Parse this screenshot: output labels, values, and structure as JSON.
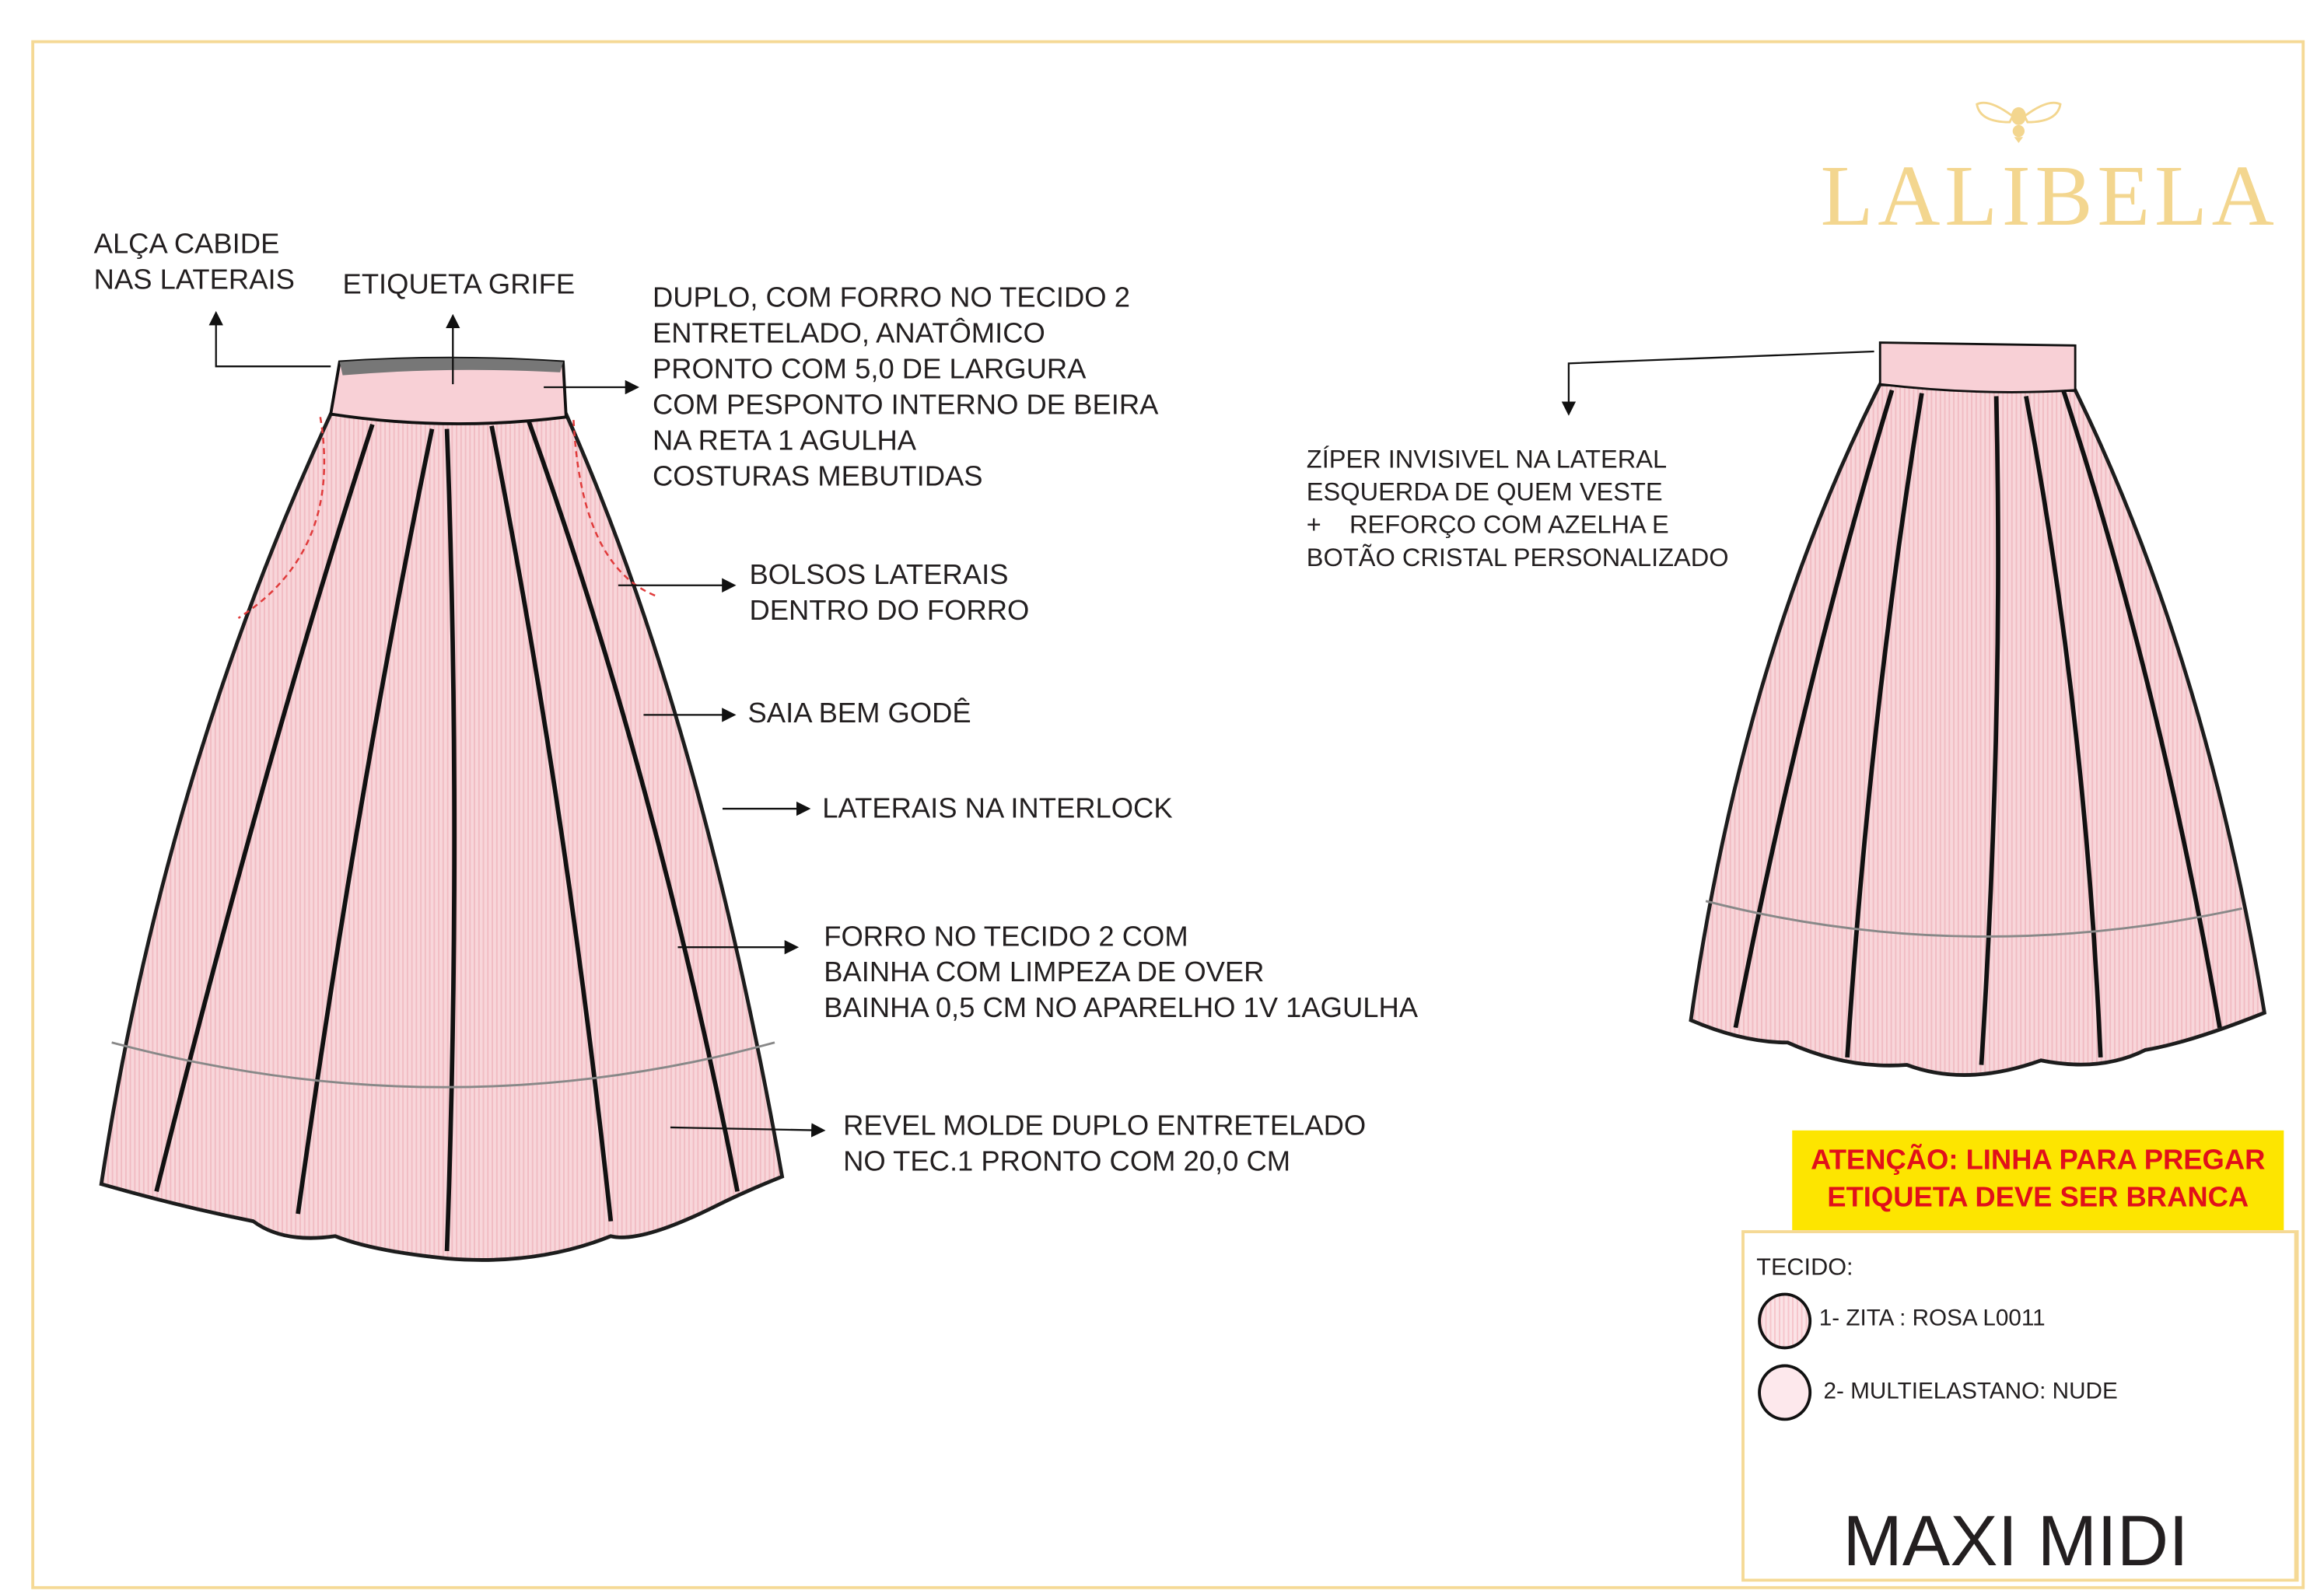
{
  "brand": {
    "logo_text": "LALIBELA",
    "logo_icon": "bee-icon",
    "color": "#f3d68f"
  },
  "front_annotations": {
    "hanger_loop": [
      "ALÇA CABIDE",
      "NAS LATERAIS"
    ],
    "brand_label": "ETIQUETA GRIFE",
    "waistband": [
      "DUPLO, COM FORRO NO TECIDO 2",
      "ENTRETELADO, ANATÔMICO",
      "PRONTO COM 5,0 DE LARGURA",
      "COM PESPONTO INTERNO DE BEIRA",
      "NA RETA 1 AGULHA",
      "COSTURAS MEBUTIDAS"
    ],
    "pockets": [
      "BOLSOS LATERAIS",
      "DENTRO DO FORRO"
    ],
    "skirt": "SAIA BEM GODÊ",
    "sides": "LATERAIS NA INTERLOCK",
    "lining": [
      "FORRO NO TECIDO 2 COM",
      "BAINHA COM LIMPEZA DE OVER",
      "BAINHA 0,5 CM NO APARELHO 1V 1AGULHA"
    ],
    "facing": [
      "REVEL MOLDE DUPLO ENTRETELADO",
      "NO TEC.1 PRONTO COM 20,0 CM"
    ]
  },
  "back_annotations": {
    "zipper": [
      "ZÍPER INVISIVEL NA LATERAL",
      "ESQUERDA DE QUEM VESTE",
      "+    REFORÇO COM AZELHA E",
      "BOTÃO CRISTAL PERSONALIZADO"
    ]
  },
  "warning": {
    "lines": [
      "ATENÇÃO: LINHA PARA PREGAR",
      "ETIQUETA DEVE SER BRANCA"
    ],
    "bg": "#fde500",
    "color": "#e1101a"
  },
  "fabric": {
    "title": "TECIDO:",
    "items": [
      {
        "label": "1- ZITA : ROSA L0011",
        "color": "#f6c6cc"
      },
      {
        "label": "2- MULTIELASTANO: NUDE",
        "color": "#fde8ec"
      }
    ]
  },
  "model_name": "MAXI MIDI"
}
